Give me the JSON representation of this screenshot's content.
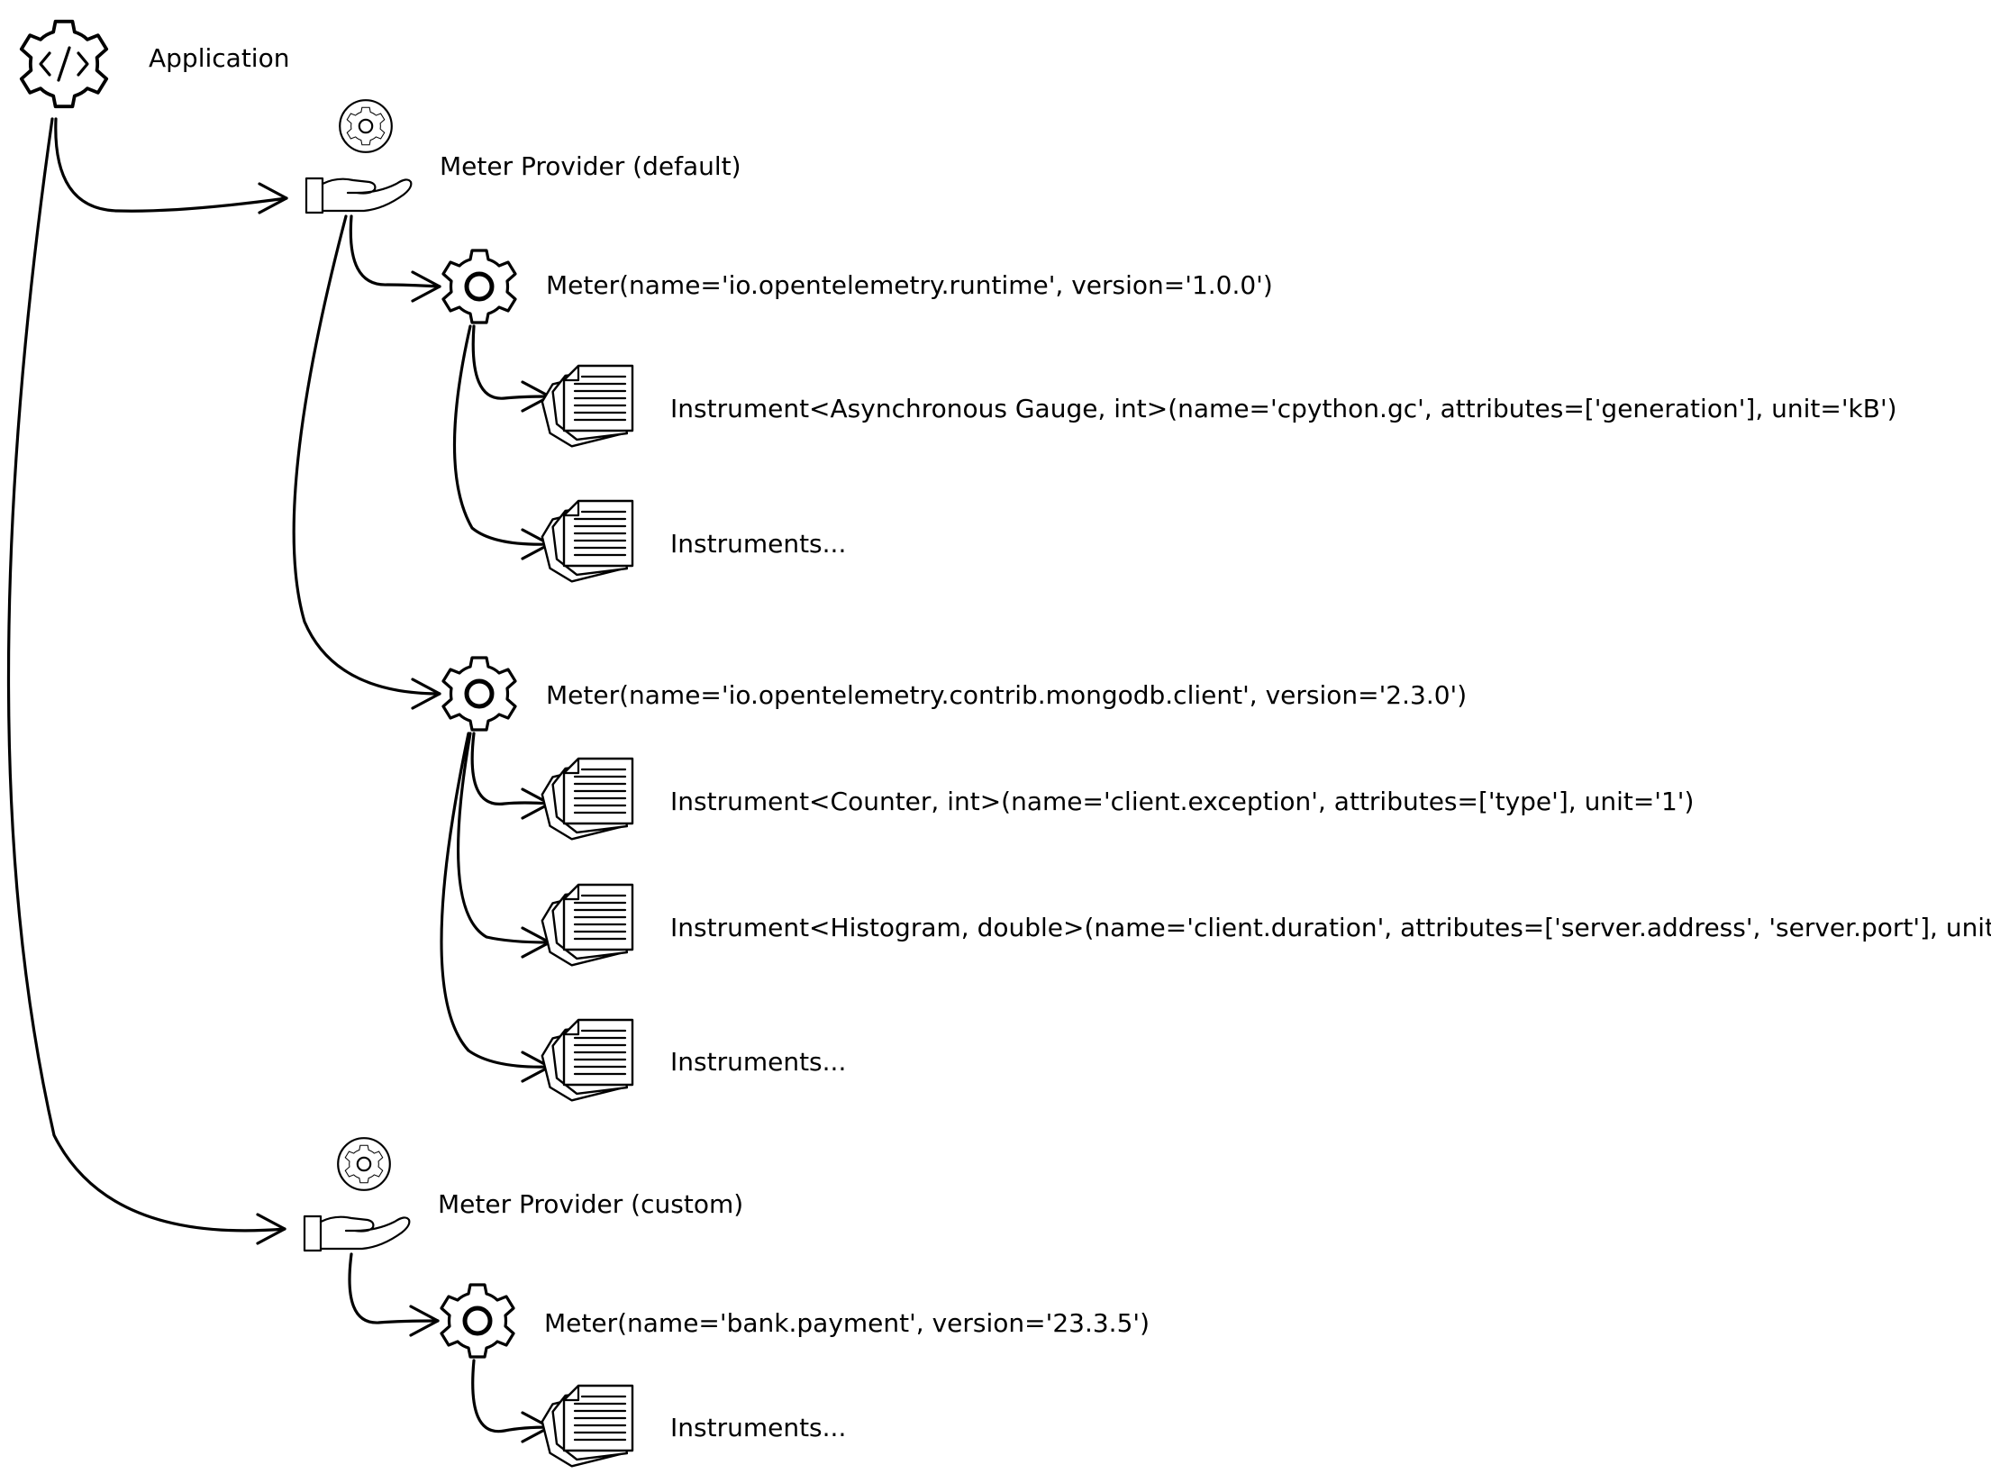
{
  "colors": {
    "background": "#ffffff",
    "ink": "#000000"
  },
  "icons": {
    "application": "code-gear-icon",
    "meter_provider": "hand-holding-gear-icon",
    "meter": "gear-icon",
    "instrument": "documents-stack-icon"
  },
  "application": {
    "label": "Application"
  },
  "providers": [
    {
      "label": "Meter Provider (default)",
      "meters": [
        {
          "label": "Meter(name='io.opentelemetry.runtime', version='1.0.0')",
          "instruments": [
            "Instrument<Asynchronous Gauge, int>(name='cpython.gc', attributes=['generation'], unit='kB')",
            "Instruments..."
          ]
        },
        {
          "label": "Meter(name='io.opentelemetry.contrib.mongodb.client', version='2.3.0')",
          "instruments": [
            "Instrument<Counter, int>(name='client.exception', attributes=['type'], unit='1')",
            "Instrument<Histogram, double>(name='client.duration', attributes=['server.address', 'server.port'], unit='ms')",
            "Instruments..."
          ]
        }
      ]
    },
    {
      "label": "Meter Provider (custom)",
      "meters": [
        {
          "label": "Meter(name='bank.payment', version='23.3.5')",
          "instruments": [
            "Instruments..."
          ]
        }
      ]
    }
  ]
}
